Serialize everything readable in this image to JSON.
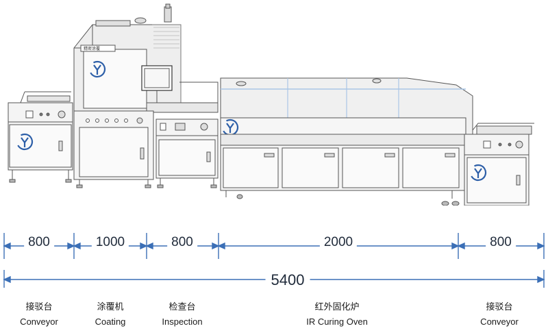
{
  "dimensions": {
    "segments": [
      "800",
      "1000",
      "800",
      "2000",
      "800"
    ],
    "total": "5400"
  },
  "modules": [
    {
      "zh": "接驳台",
      "en": "Conveyor"
    },
    {
      "zh": "涂覆机",
      "en": "Coating"
    },
    {
      "zh": "检查台",
      "en": "Inspection"
    },
    {
      "zh": "红外固化炉",
      "en": "IR Curing Oven"
    },
    {
      "zh": "接驳台",
      "en": "Conveyor"
    }
  ],
  "machine": {
    "coater_nameplate": "精密涂覆",
    "logo_text": "Y"
  },
  "colors": {
    "line": "#3b6fb6",
    "logo": "#2d5fa8",
    "frame": "#555555",
    "panel_fill": "#f4f4f4",
    "accent_stripe": "#a9c5e6"
  }
}
